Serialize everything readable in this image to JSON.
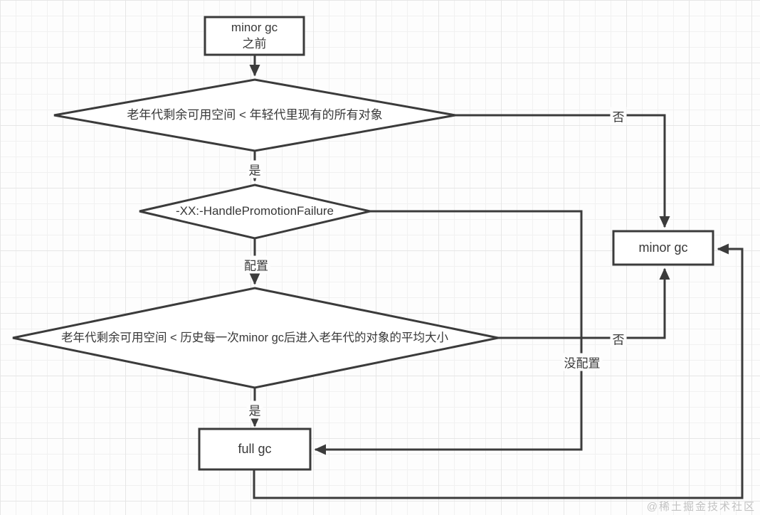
{
  "nodes": {
    "start": {
      "line1": "minor gc",
      "line2": "之前"
    },
    "decision_old_gen_vs_young": {
      "label": "老年代剩余可用空间 < 年轻代里现有的所有对象"
    },
    "decision_handle_promotion_failure": {
      "label": "-XX:-HandlePromotionFailure"
    },
    "decision_old_gen_vs_avg_promoted": {
      "label": "老年代剩余可用空间 < 历史每一次minor gc后进入老年代的对象的平均大小"
    },
    "full_gc": {
      "label": "full gc"
    },
    "minor_gc": {
      "label": "minor gc"
    }
  },
  "edge_labels": {
    "yes_1": "是",
    "no_1": "否",
    "configured": "配置",
    "not_configured": "没配置",
    "yes_2": "是",
    "no_2": "否"
  },
  "watermark": "@稀土掘金技术社区",
  "colors": {
    "line": "#3b3b3b",
    "node_fill": "#ffffff",
    "text": "#383838",
    "grid_minor": "#f1f1f1",
    "grid_major": "#e6e6e6",
    "watermark": "#c2c2c2"
  }
}
